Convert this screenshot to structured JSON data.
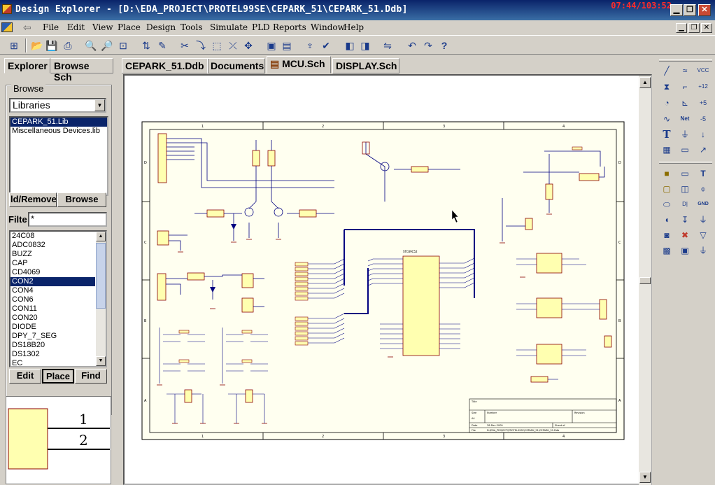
{
  "window": {
    "title": "Design Explorer - [D:\\EDA_PROJECT\\PROTEL99SE\\CEPARK_51\\CEPARK_51.Ddb]",
    "clock": "07:44/103:52"
  },
  "menu": [
    "File",
    "Edit",
    "View",
    "Place",
    "Design",
    "Tools",
    "Simulate",
    "PLD",
    "Reports",
    "Window",
    "Help"
  ],
  "left_panel": {
    "tabs": [
      "Explorer",
      "Browse Sch"
    ],
    "browse_label": "Browse",
    "browse_value": "Libraries",
    "libraries": [
      "CEPARK_51.Lib",
      "Miscellaneous Devices.lib"
    ],
    "add_remove_label": "ld/Remove",
    "browse_button": "Browse",
    "filter_label": "Filte",
    "filter_value": "*",
    "components": [
      "24C08",
      "ADC0832",
      "BUZZ",
      "CAP",
      "CD4069",
      "CON2",
      "CON4",
      "CON6",
      "CON11",
      "CON20",
      "DIODE",
      "DPY_7_SEG",
      "DS18B20",
      "DS1302",
      "EC"
    ],
    "selected_component": "CON2",
    "edit_button": "Edit",
    "place_button": "Place",
    "find_button": "Find",
    "preview_pins": [
      "1",
      "2"
    ]
  },
  "doc_tabs": [
    "CEPARK_51.Ddb",
    "Documents",
    "MCU.Sch",
    "DISPLAY.Sch"
  ],
  "active_doc_tab": "MCU.Sch",
  "schematic": {
    "border_numbers_top": [
      "1",
      "2",
      "3",
      "4"
    ],
    "border_letters_left": [
      "D",
      "C",
      "B",
      "A"
    ],
    "mcu_label": "STC89C52",
    "title_block": {
      "title": "Title",
      "size_label": "Size",
      "size": "A4",
      "number_label": "Number",
      "revision_label": "Revision",
      "date_label": "Date",
      "date": "28-Dec-2009",
      "sheet_label": "Sheet of",
      "file_label": "File",
      "file": "D:\\EDA_PROJECT\\PROTEL99SE\\CEPARK_51\\CEPARK_51.Ddb"
    }
  },
  "colors": {
    "title_bar": "#0a246a",
    "selection": "#0a246a",
    "sheet_bg": "#fffff0",
    "wire": "#000080",
    "component": "#8b0000",
    "component_fill": "#ffffb0",
    "clock": "#ff2b2b"
  }
}
